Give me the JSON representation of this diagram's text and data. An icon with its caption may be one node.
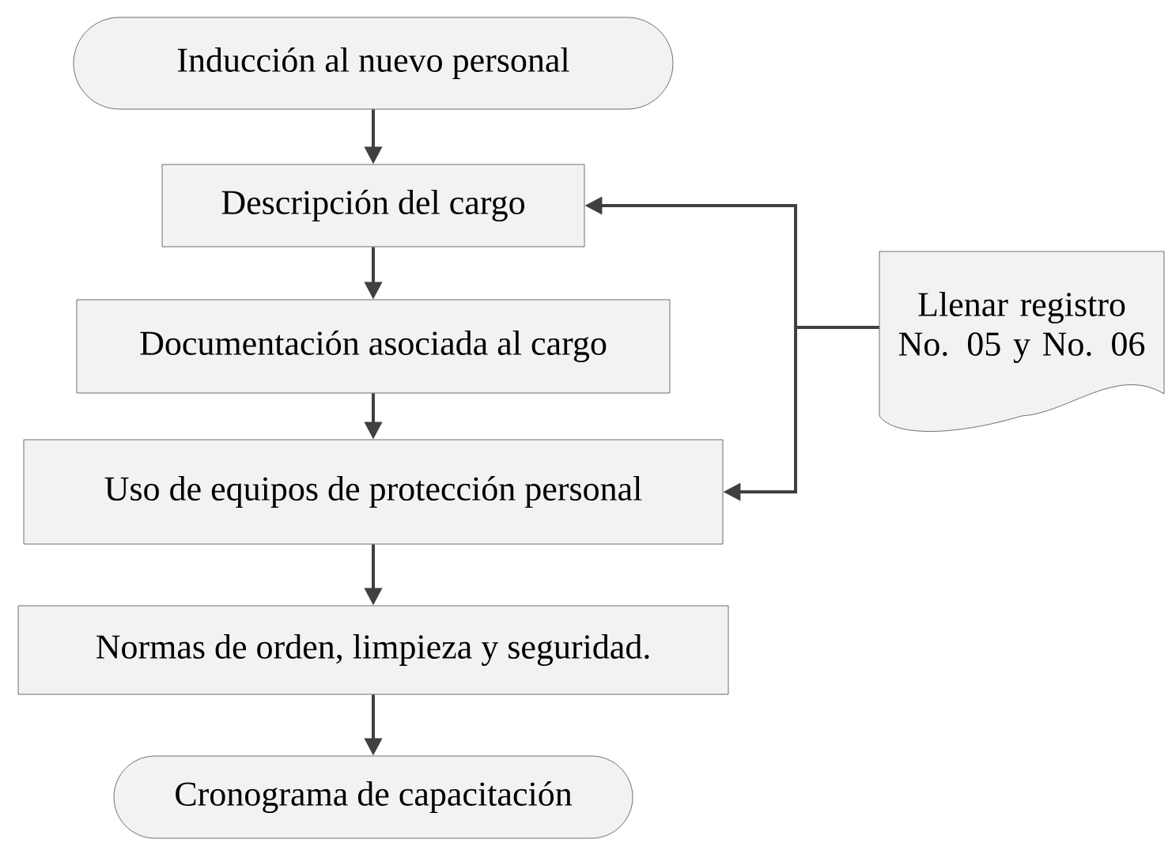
{
  "diagram": {
    "nodes": [
      {
        "text": [
          "Inducción al nuevo personal"
        ]
      },
      {
        "text": [
          "Descripción del cargo"
        ]
      },
      {
        "text": [
          "Documentación asociada al cargo"
        ]
      },
      {
        "text": [
          "Uso de equipos de protección personal"
        ]
      },
      {
        "text": [
          "Normas de orden, limpieza y seguridad."
        ]
      },
      {
        "text": [
          "Cronograma de capacitación"
        ]
      },
      {
        "text": [
          "Llenar registro No. 05 y No. 06"
        ]
      }
    ],
    "edges": [
      {
        "from": 0,
        "to": 1,
        "arrow": "to"
      },
      {
        "from": 1,
        "to": 2,
        "arrow": "to"
      },
      {
        "from": 2,
        "to": 3,
        "arrow": "to"
      },
      {
        "from": 3,
        "to": 4,
        "arrow": "to"
      },
      {
        "from": 4,
        "to": 5,
        "arrow": "to"
      },
      {
        "from": 6,
        "to": 1,
        "arrow": "to"
      },
      {
        "from": 6,
        "to": 3,
        "arrow": "to"
      }
    ]
  }
}
